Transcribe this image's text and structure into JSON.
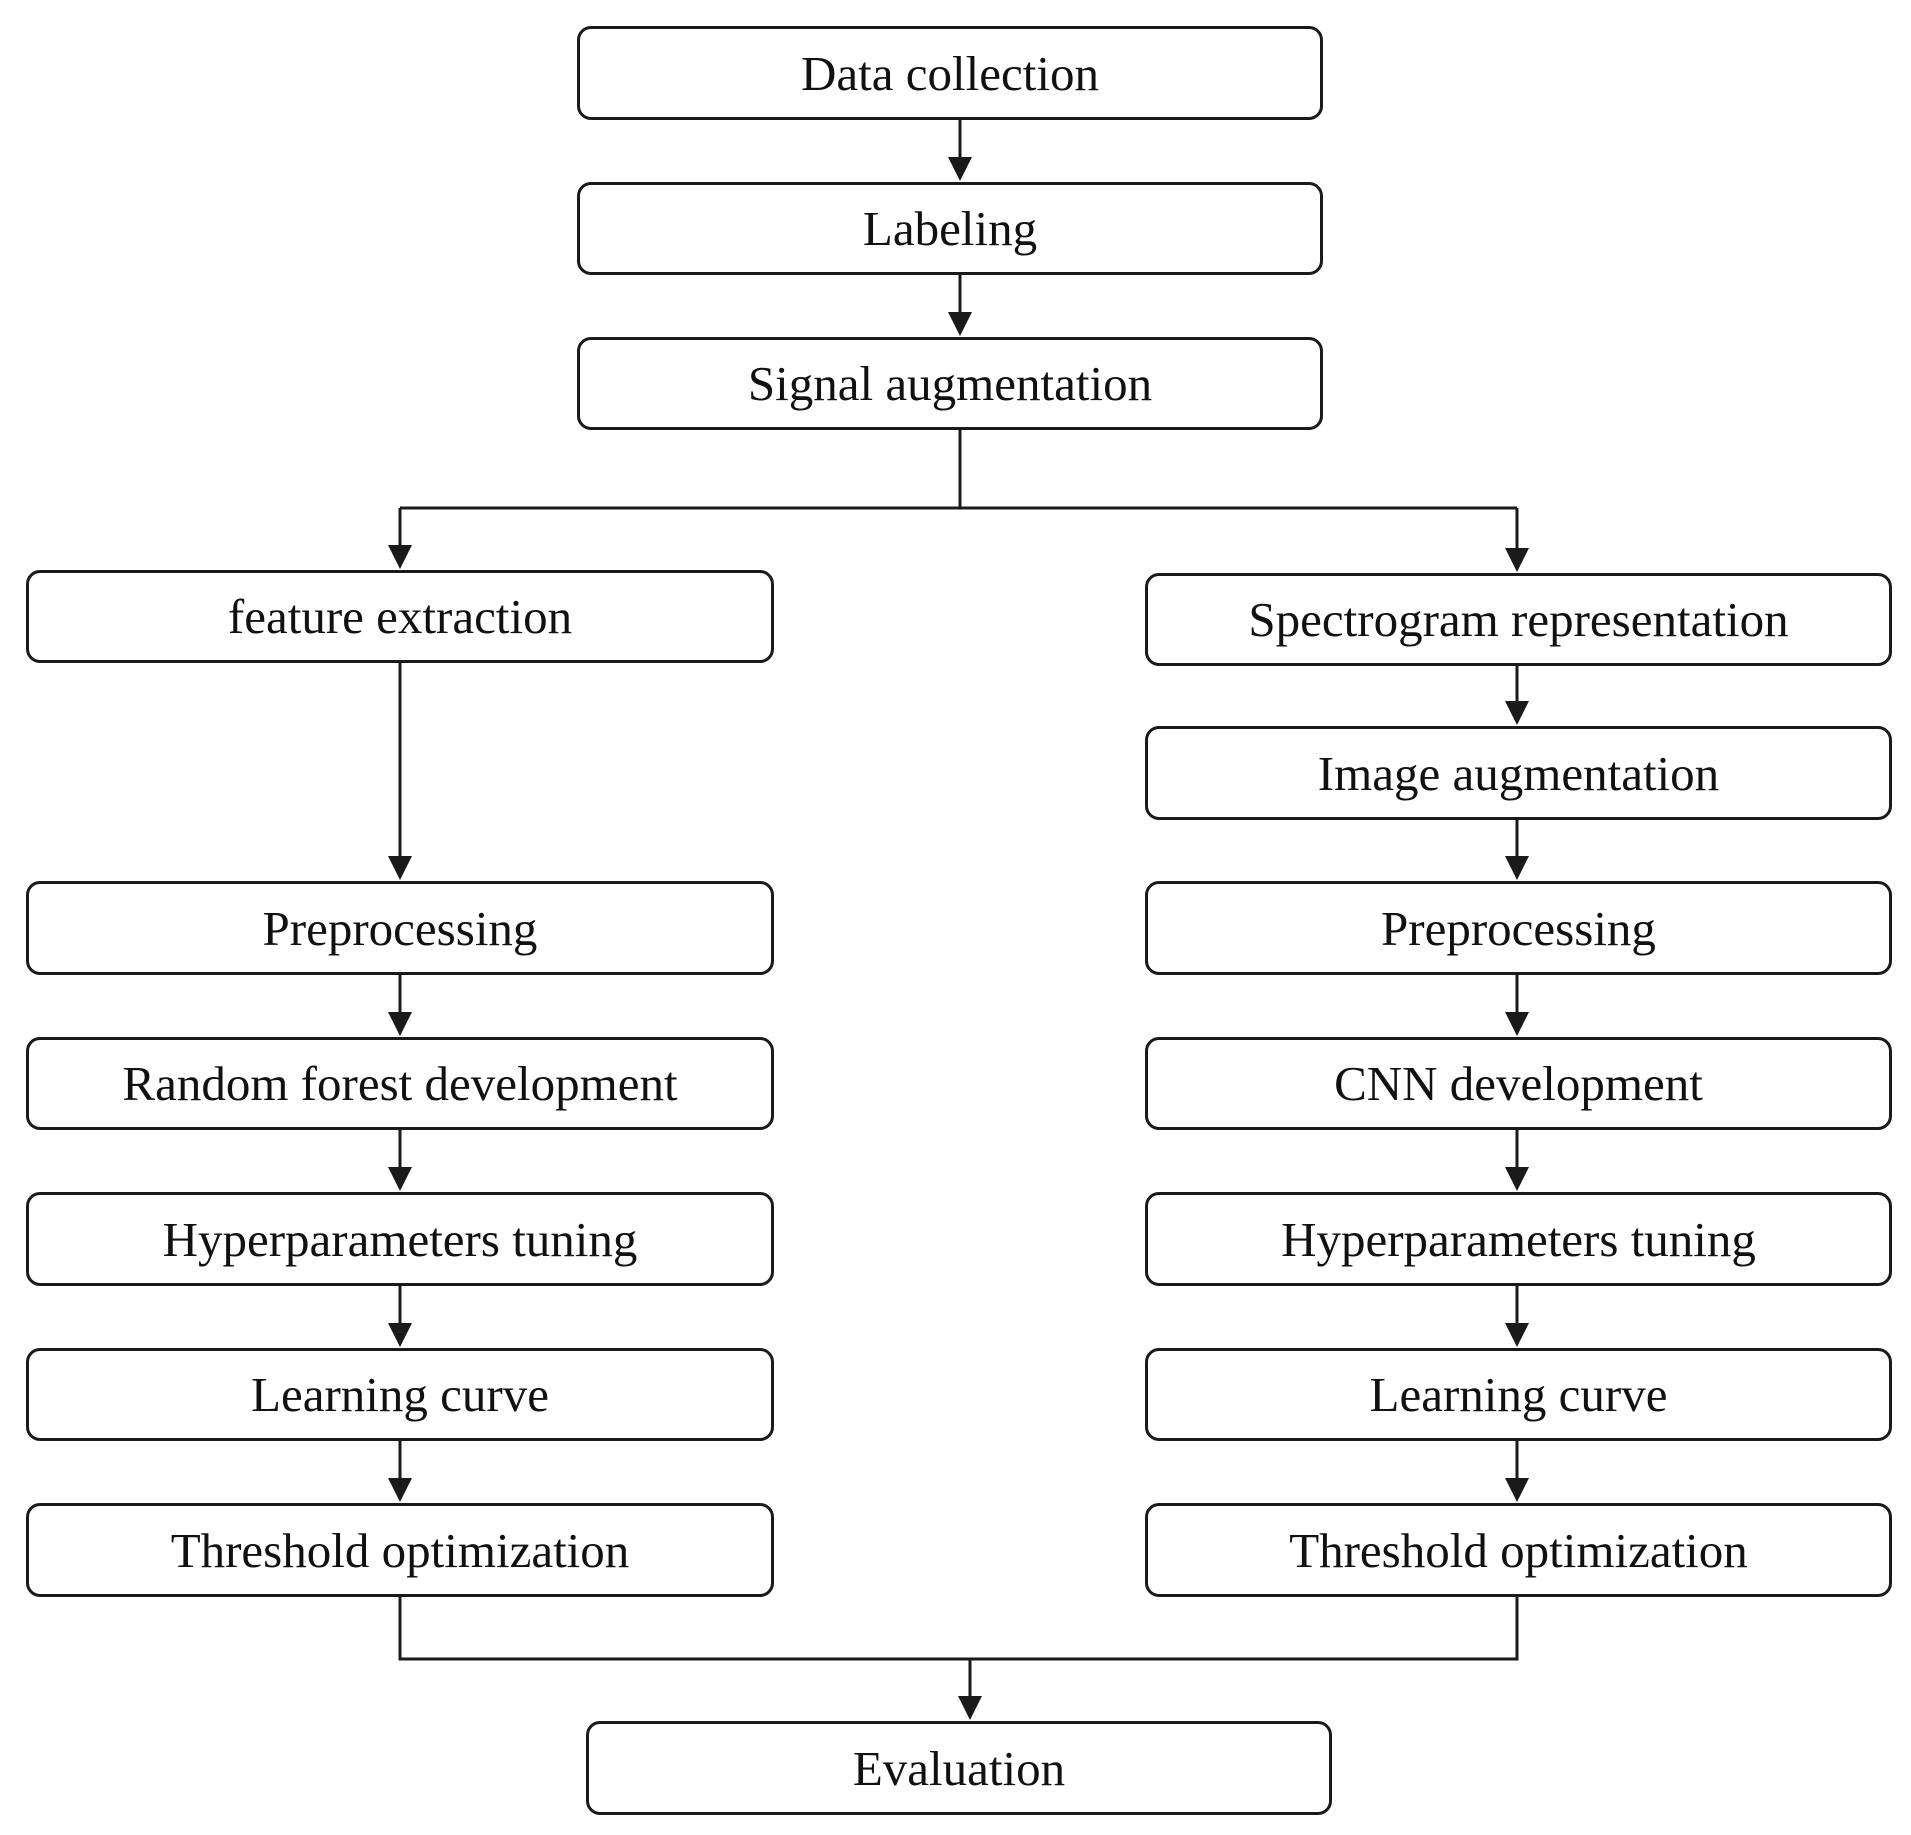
{
  "flowchart": {
    "top": {
      "data_collection": "Data collection",
      "labeling": "Labeling",
      "signal_augmentation": "Signal augmentation"
    },
    "left_branch": {
      "feature_extraction": "feature extraction",
      "preprocessing": "Preprocessing",
      "model_development": "Random forest development",
      "hyperparameters_tuning": "Hyperparameters tuning",
      "learning_curve": "Learning curve",
      "threshold_optimization": "Threshold optimization"
    },
    "right_branch": {
      "spectrogram_representation": "Spectrogram representation",
      "image_augmentation": "Image augmentation",
      "preprocessing": "Preprocessing",
      "model_development": "CNN development",
      "hyperparameters_tuning": "Hyperparameters tuning",
      "learning_curve": "Learning curve",
      "threshold_optimization": "Threshold optimization"
    },
    "bottom": {
      "evaluation": "Evaluation"
    }
  }
}
